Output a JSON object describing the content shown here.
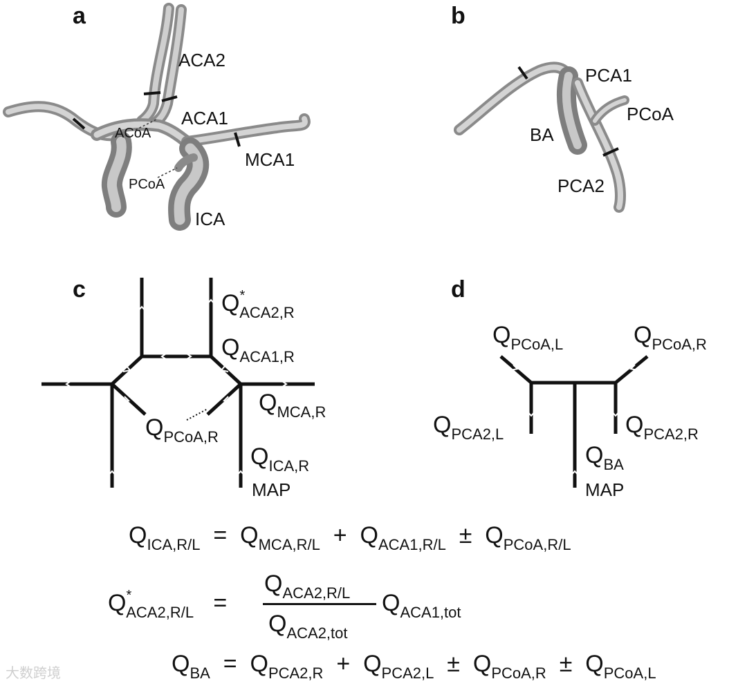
{
  "panels": {
    "a": {
      "letter": "a",
      "labels": [
        "ACA2",
        "ACA1",
        "ACoA",
        "MCA1",
        "PCoA",
        "ICA"
      ]
    },
    "b": {
      "letter": "b",
      "labels": [
        "PCA1",
        "PCoA",
        "BA",
        "PCA2"
      ]
    },
    "c": {
      "letter": "c",
      "q_aca2": {
        "base": "Q",
        "sup": "*",
        "sub": "ACA2,R"
      },
      "q_aca1": {
        "base": "Q",
        "sub": "ACA1,R"
      },
      "q_mca": {
        "base": "Q",
        "sub": "MCA,R"
      },
      "q_pcoa": {
        "base": "Q",
        "sub": "PCoA,R"
      },
      "q_ica": {
        "base": "Q",
        "sub": "ICA,R"
      },
      "map": "MAP"
    },
    "d": {
      "letter": "d",
      "q_pcoa_l": {
        "base": "Q",
        "sub": "PCoA,L"
      },
      "q_pcoa_r": {
        "base": "Q",
        "sub": "PCoA,R"
      },
      "q_pca2_l": {
        "base": "Q",
        "sub": "PCA2,L"
      },
      "q_pca2_r": {
        "base": "Q",
        "sub": "PCA2,R"
      },
      "q_ba": {
        "base": "Q",
        "sub": "BA"
      },
      "map": "MAP"
    }
  },
  "equations": {
    "eq1": {
      "lhs_base": "Q",
      "lhs_sub": "ICA,R/L",
      "op1": "=",
      "t1_base": "Q",
      "t1_sub": "MCA,R/L",
      "op2": "+",
      "t2_base": "Q",
      "t2_sub": "ACA1,R/L",
      "op3": "±",
      "t3_base": "Q",
      "t3_sub": "PCoA,R/L"
    },
    "eq2": {
      "lhs_base": "Q",
      "lhs_sup": "*",
      "lhs_sub": "ACA2,R/L",
      "op1": "=",
      "num_base": "Q",
      "num_sub": "ACA2,R/L",
      "den_base": "Q",
      "den_sub": "ACA2,tot",
      "mul_base": "Q",
      "mul_sub": "ACA1,tot"
    },
    "eq3": {
      "lhs_base": "Q",
      "lhs_sub": "BA",
      "op1": "=",
      "t1_base": "Q",
      "t1_sub": "PCA2,R",
      "op2": "+",
      "t2_base": "Q",
      "t2_sub": "PCA2,L",
      "op3": "±",
      "t3_base": "Q",
      "t3_sub": "PCoA,R",
      "op4": "±",
      "t4_base": "Q",
      "t4_sub": "PCoA,L"
    }
  },
  "watermark": "大数跨境"
}
